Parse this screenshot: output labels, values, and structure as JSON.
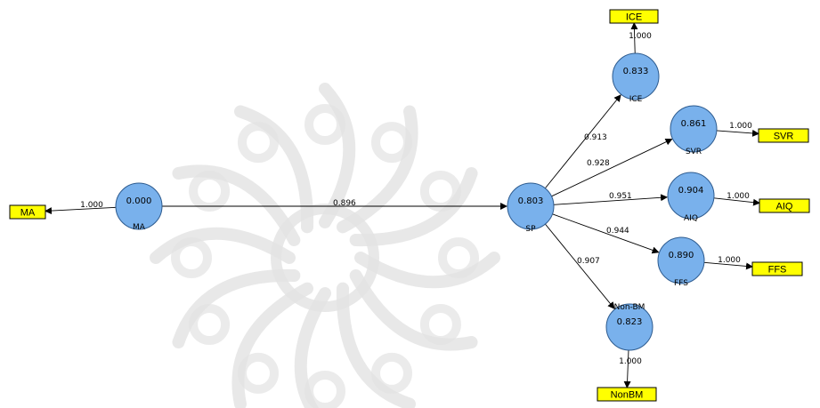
{
  "constructs": [
    {
      "id": "MA",
      "name": "MA",
      "value": "0.000"
    },
    {
      "id": "SP",
      "name": "SP",
      "value": "0.803"
    },
    {
      "id": "ICE",
      "name": "ICE",
      "value": "0.833"
    },
    {
      "id": "SVR",
      "name": "SVR",
      "value": "0.861"
    },
    {
      "id": "AIQ",
      "name": "AIQ",
      "value": "0.904"
    },
    {
      "id": "FFS",
      "name": "FFS",
      "value": "0.890"
    },
    {
      "id": "NonBM",
      "name": "Non-BM",
      "value": "0.823"
    }
  ],
  "indicators": [
    {
      "id": "MA_ind",
      "label": "MA"
    },
    {
      "id": "ICE_ind",
      "label": "ICE"
    },
    {
      "id": "SVR_ind",
      "label": "SVR"
    },
    {
      "id": "AIQ_ind",
      "label": "AIQ"
    },
    {
      "id": "FFS_ind",
      "label": "FFS"
    },
    {
      "id": "NonBM_ind",
      "label": "NonBM"
    }
  ],
  "paths": [
    {
      "from": "MA",
      "to": "SP",
      "coef": "0.896"
    },
    {
      "from": "SP",
      "to": "ICE",
      "coef": "0.913"
    },
    {
      "from": "SP",
      "to": "SVR",
      "coef": "0.928"
    },
    {
      "from": "SP",
      "to": "AIQ",
      "coef": "0.951"
    },
    {
      "from": "SP",
      "to": "FFS",
      "coef": "0.944"
    },
    {
      "from": "SP",
      "to": "NonBM",
      "coef": "0.907"
    }
  ],
  "loadings": [
    {
      "construct": "MA",
      "indicator": "MA_ind",
      "value": "1.000"
    },
    {
      "construct": "ICE",
      "indicator": "ICE_ind",
      "value": "1.000"
    },
    {
      "construct": "SVR",
      "indicator": "SVR_ind",
      "value": "1.000"
    },
    {
      "construct": "AIQ",
      "indicator": "AIQ_ind",
      "value": "1.000"
    },
    {
      "construct": "FFS",
      "indicator": "FFS_ind",
      "value": "1.000"
    },
    {
      "construct": "NonBM",
      "indicator": "NonBM_ind",
      "value": "1.000"
    }
  ],
  "colors": {
    "construct_fill": "#79b1ec",
    "construct_stroke": "#2d5b8f",
    "indicator_fill": "#ffff00",
    "indicator_stroke": "#000000",
    "edge": "#000000",
    "watermark": "#e2e2e2"
  }
}
